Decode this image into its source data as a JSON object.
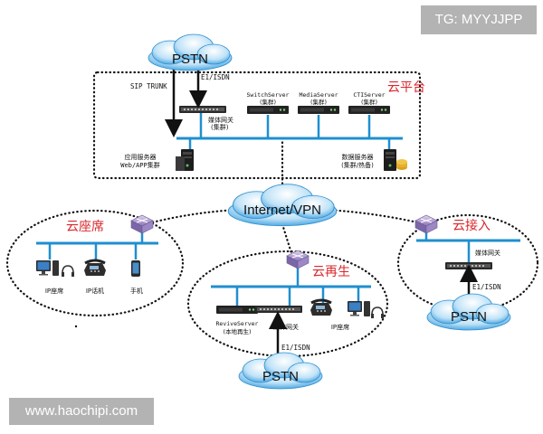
{
  "watermark_top": "TG: MYYJJPP",
  "watermark_bottom": "www.haochipi.com",
  "clouds": {
    "pstn_top": "PSTN",
    "internet": "Internet/VPN",
    "pstn_right": "PSTN",
    "pstn_bottom": "PSTN"
  },
  "cloud_platform": {
    "title": "云平台",
    "sip_trunk": "SIP TRUNK",
    "e1_isdn": "E1/ISDN",
    "switch_server": [
      "SwitchServer",
      "(集群)"
    ],
    "media_server": [
      "MediaServer",
      "(集群)"
    ],
    "cti_server": [
      "CTIServer",
      "(集群)"
    ],
    "media_gateway": [
      "媒体网关",
      "(集群)"
    ],
    "app_server": [
      "应用服务器",
      "Web/APP集群"
    ],
    "data_server": [
      "数据服务器",
      "(集群/热备)"
    ]
  },
  "cloud_seat": {
    "title": "云座席",
    "ip_seat": "IP座席",
    "ip_phone": "IP话机",
    "mobile": "手机"
  },
  "cloud_regen": {
    "title": "云再生",
    "revive_server": [
      "ReviveServer",
      "(本地再生)"
    ],
    "media_gateway": "媒体网关",
    "ip_seat": "IP座席",
    "e1_isdn": "E1/ISDN"
  },
  "cloud_access": {
    "title": "云接入",
    "media_gateway": "媒体网关",
    "e1_isdn": "E1/ISDN"
  },
  "colors": {
    "bus": "#1f8fd0",
    "cloud": "#4aa8e0",
    "label_red": "#d9262b"
  }
}
